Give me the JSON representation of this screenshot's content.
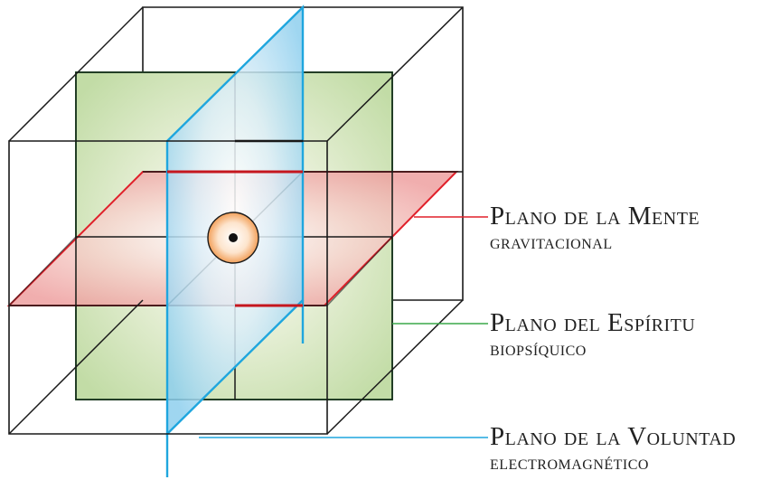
{
  "labels": {
    "mente": {
      "line1": "Plano de la Mente",
      "line2": "gravitacional"
    },
    "espiritu": {
      "line1": "Plano del Espíritu",
      "line2": "biopsíquico"
    },
    "voluntad": {
      "line1": "Plano de la Voluntad",
      "line2": "electromagnético"
    }
  },
  "colors": {
    "mente": "#e0202a",
    "espiritu": "#3aa84a",
    "voluntad": "#1fa6de",
    "cube_edges": "#1a1a1a",
    "center_ring": "#f4a868"
  }
}
